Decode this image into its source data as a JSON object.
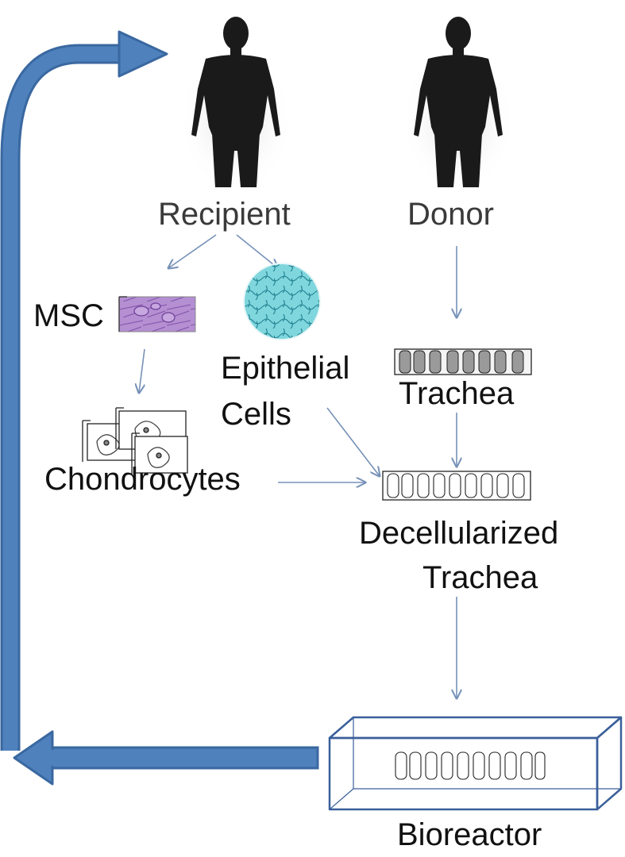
{
  "labels": {
    "recipient": "Recipient",
    "donor": "Donor",
    "msc": "MSC",
    "epithelial_line1": "Epithelial",
    "epithelial_line2": "Cells",
    "trachea": "Trachea",
    "chondrocytes": "Chondrocytes",
    "decell_line1": "Decellularized",
    "decell_line2": "Trachea",
    "bioreactor": "Bioreactor"
  },
  "colors": {
    "loop_arrow": "#4f81bd",
    "loop_arrow_edge": "#3a68a0",
    "flow_arrow": "#7792b8",
    "bioreactor_box": "#3a5f9a",
    "msc_cells": "#a277c4",
    "epithelial_cells": "#6fd0d8",
    "silhouette": "#1a1a1a"
  },
  "icons": {
    "recipient": "human-silhouette-icon",
    "donor": "human-silhouette-icon",
    "msc": "stem-cell-slide-icon",
    "epithelial": "epithelial-cell-disc-icon",
    "chondrocytes": "chondrocyte-slides-icon",
    "trachea": "trachea-tube-icon"
  }
}
